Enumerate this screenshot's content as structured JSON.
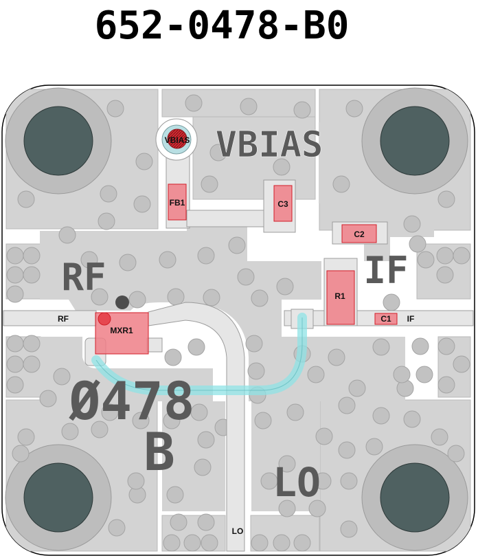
{
  "part_number": "652-0478-B0",
  "silkscreen": {
    "vbias": "VBIAS",
    "rf": "RF",
    "if": "IF",
    "lo": "LO",
    "part_short": "Ø478",
    "revision": "B"
  },
  "pads": {
    "rf": "RF",
    "if": "IF",
    "lo": "LO",
    "vbias": "VBIAS"
  },
  "components": {
    "fb1": "FB1",
    "c3": "C3",
    "c2": "C2",
    "r1": "R1",
    "c1": "C1",
    "mxr1": "MXR1"
  },
  "colors": {
    "board": "#d3d3d3",
    "board_outline": "#000000",
    "trace": "#e8e8e8",
    "via": "#c2c2c2",
    "mount_hole": "#4f6161",
    "component": "#ef7f87",
    "component_stroke": "#d21e28",
    "route": "#8fe3e6"
  }
}
